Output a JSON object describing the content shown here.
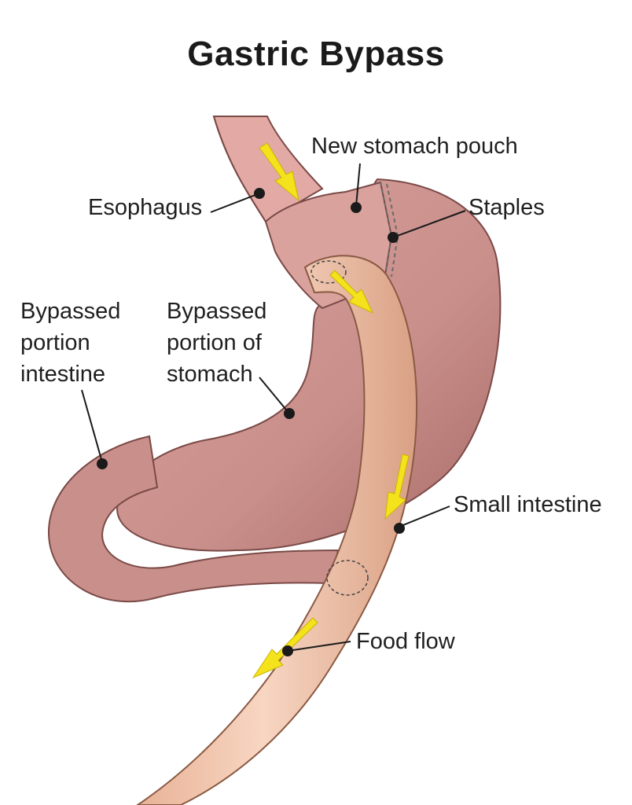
{
  "title": "Gastric Bypass",
  "labels": {
    "new_pouch": "New stomach pouch",
    "esophagus": "Esophagus",
    "staples": "Staples",
    "bypassed_intestine": [
      "Bypassed",
      "portion",
      "intestine"
    ],
    "bypassed_stomach": [
      "Bypassed",
      "portion of",
      "stomach"
    ],
    "small_intestine": "Small intestine",
    "food_flow": "Food flow"
  },
  "colors": {
    "stomach": "#c98f8b",
    "stomach_dark": "#a86b68",
    "intestine": "#f0c2a8",
    "intestine_dark": "#cf9a80",
    "arrow": "#f4e21c",
    "line": "#1a1a1a"
  }
}
